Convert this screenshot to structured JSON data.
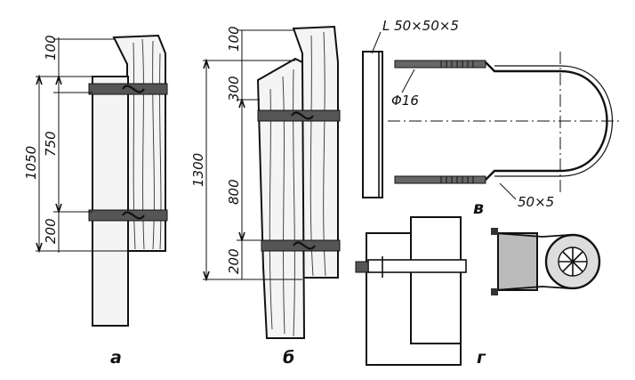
{
  "figure": {
    "panel_labels": {
      "a": "а",
      "b": "б",
      "v": "в",
      "g": "г"
    },
    "dims_a": {
      "d100": "100",
      "d750": "750",
      "d200": "200",
      "d1050": "1050"
    },
    "dims_b": {
      "d100": "100",
      "d300": "300",
      "d800": "800",
      "d200": "200",
      "d1300": "1300"
    },
    "parts_v": {
      "angle": "L 50×50×5",
      "rod": "Φ16",
      "strip": "50×5"
    }
  }
}
